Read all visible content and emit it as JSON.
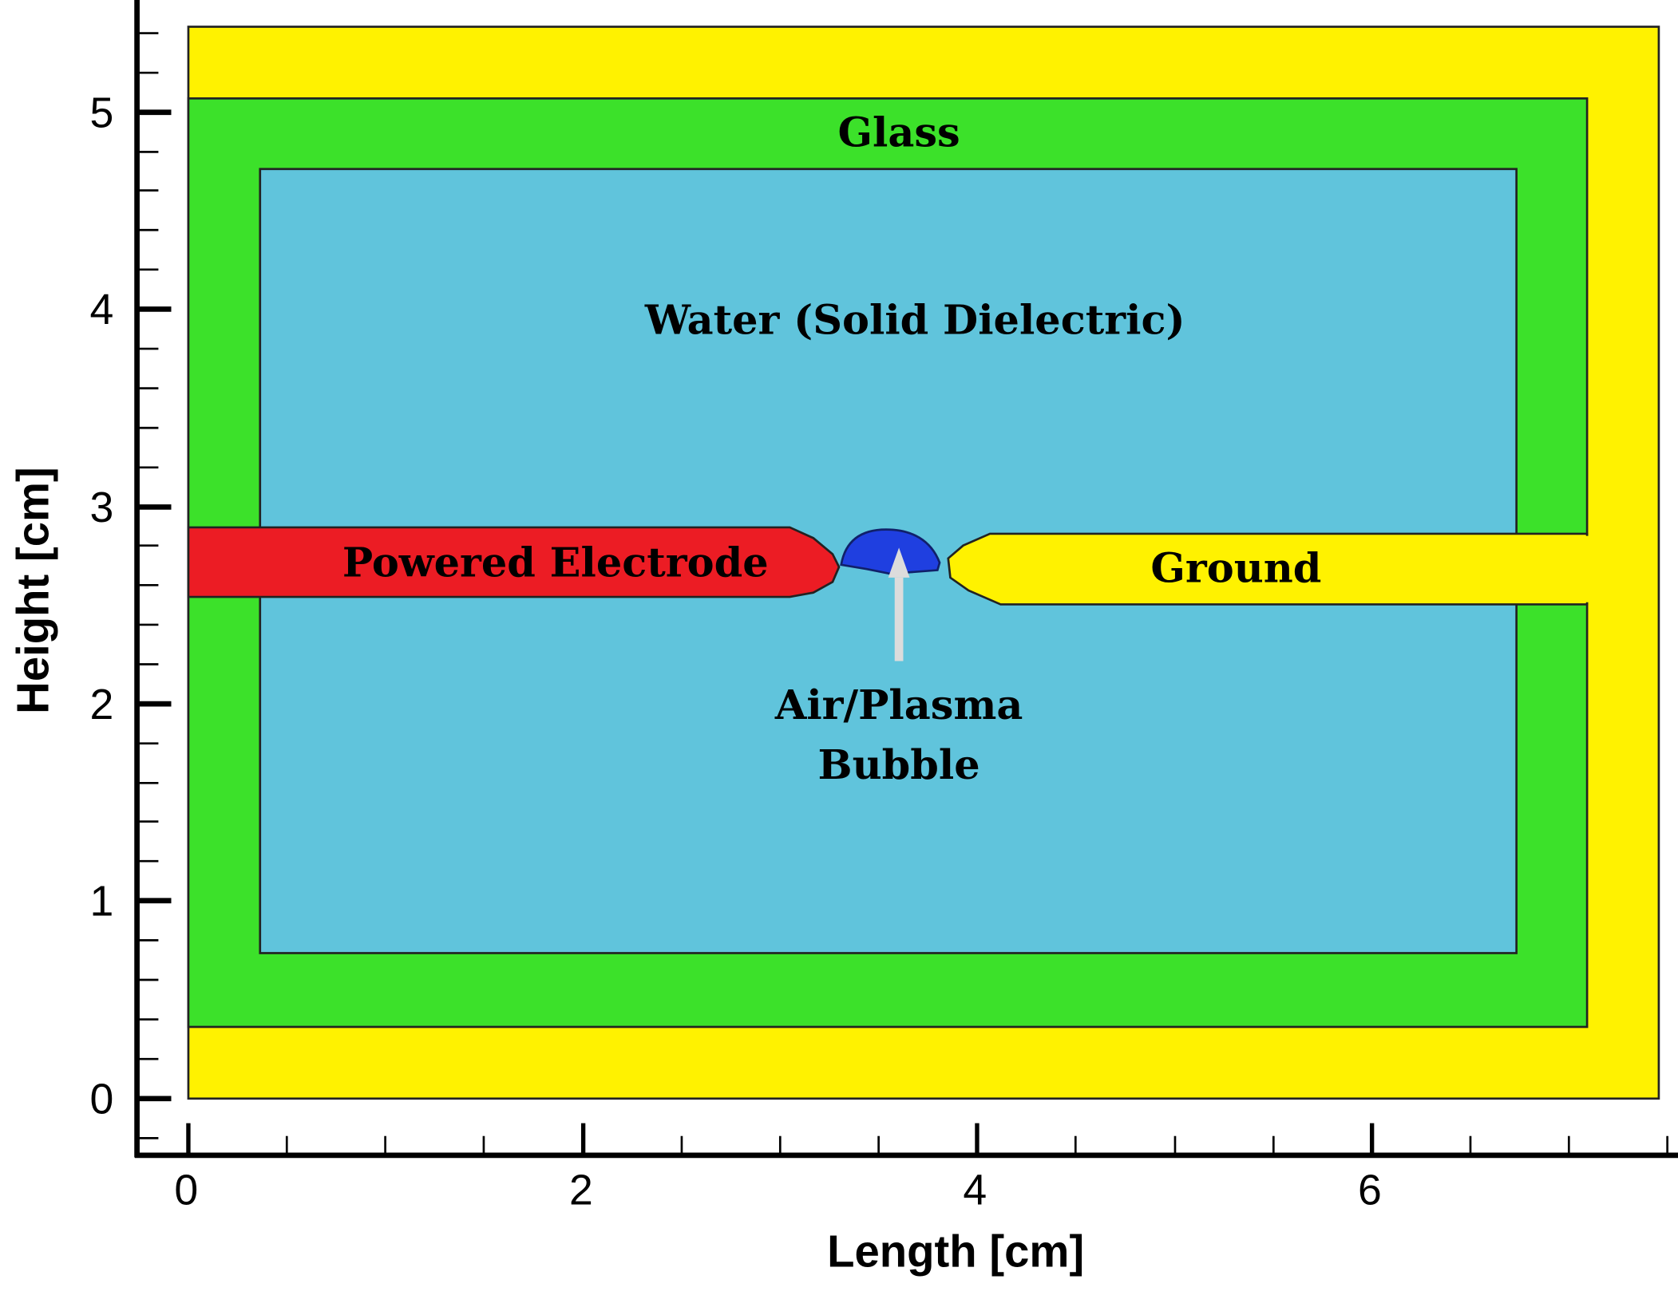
{
  "figure": {
    "x_axis": {
      "label": "Length [cm]",
      "ticks": [
        "0",
        "2",
        "4",
        "6"
      ]
    },
    "y_axis": {
      "label": "Height [cm]",
      "ticks": [
        "0",
        "1",
        "2",
        "3",
        "4",
        "5"
      ]
    },
    "regions": {
      "glass": {
        "label": "Glass",
        "color": "#3ce12a"
      },
      "water": {
        "label": "Water (Solid Dielectric)",
        "color": "#60c4dc"
      },
      "powered_electrode": {
        "label": "Powered Electrode",
        "color": "#ec1c24"
      },
      "ground": {
        "label": "Ground",
        "color": "#fff200"
      },
      "bubble": {
        "label_line1": "Air/Plasma",
        "label_line2": "Bubble",
        "color": "#1f3fe0"
      }
    },
    "arrow_color": "#dcdcdc"
  }
}
